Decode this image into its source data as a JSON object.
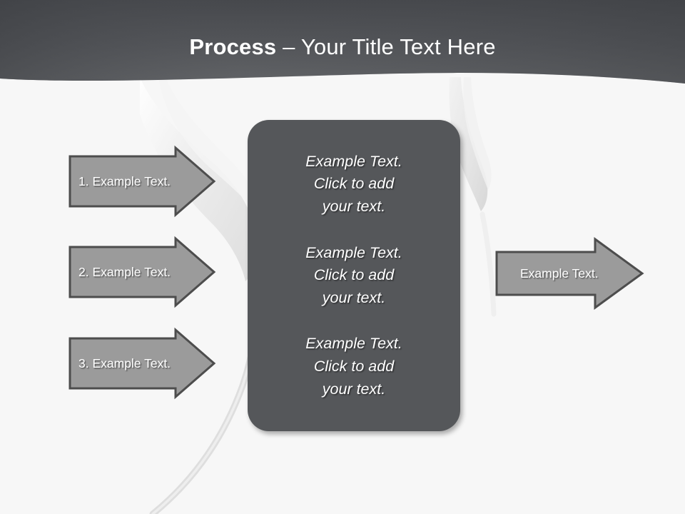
{
  "header": {
    "title_bold": "Process",
    "title_rest": " – Your Title Text Here",
    "bg_top": "#47494d",
    "bg_bottom": "#616368"
  },
  "theme": {
    "page_bg": "#f7f7f7",
    "arrow_fill": "#9b9b9b",
    "arrow_stroke": "#4d4d4d",
    "box_fill": "#55575a",
    "text_color": "#ffffff",
    "decor_color": "#e2e2e2"
  },
  "left_arrows": [
    {
      "label": "1. Example Text."
    },
    {
      "label": "2. Example Text."
    },
    {
      "label": "3. Example Text."
    }
  ],
  "center_box": {
    "paragraphs": [
      "Example Text.\nClick  to add\nyour text.",
      "Example Text.\nClick  to add\nyour text.",
      "Example Text.\nClick  to add\nyour text."
    ]
  },
  "right_arrow": {
    "label": "Example Text."
  }
}
